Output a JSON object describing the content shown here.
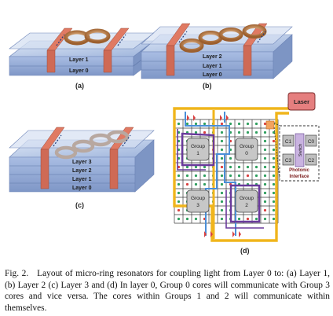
{
  "panels": {
    "a": {
      "label": "(a)",
      "layers": [
        "Layer 1",
        "Layer 0"
      ]
    },
    "b": {
      "label": "(b)",
      "layers": [
        "Layer 2",
        "Layer 1",
        "Layer 0"
      ]
    },
    "c": {
      "label": "(c)",
      "layers": [
        "Layer 3",
        "Layer 2",
        "Layer 1",
        "Layer 0"
      ]
    },
    "d": {
      "label": "(d)",
      "laser": "Laser",
      "groups": [
        {
          "line1": "Group",
          "line2": "1"
        },
        {
          "line1": "Group",
          "line2": "0"
        },
        {
          "line1": "Group",
          "line2": "3"
        },
        {
          "line1": "Group",
          "line2": "2"
        }
      ],
      "interface": {
        "cores": [
          "C1",
          "C0",
          "C3",
          "C2"
        ],
        "switch": "Switch",
        "label_line1": "Photonic",
        "label_line2": "Interface"
      }
    }
  },
  "colors": {
    "slab_top": "#c9d6ec",
    "slab_side": "#8aa3d0",
    "waveguide": "#e07a63",
    "ring": "#c98a56",
    "laser": "#e57f7f",
    "grid": "#3a3a3a",
    "path_yellow": "#f0b51c",
    "path_purple": "#6a3a9c",
    "path_blue": "#4a8fd8",
    "switch": "#c9b3e0",
    "dot_green": "#2f9f5f",
    "dot_red": "#d94040"
  },
  "caption": {
    "fig": "Fig. 2.",
    "text": "Layout of micro-ring resonators for coupling light from Layer 0 to: (a) Layer 1, (b) Layer 2 (c) Layer 3 and (d) In layer 0, Group 0 cores will communicate with Group 3 cores and vice versa. The cores within Groups 1 and 2 will communicate within themselves."
  }
}
